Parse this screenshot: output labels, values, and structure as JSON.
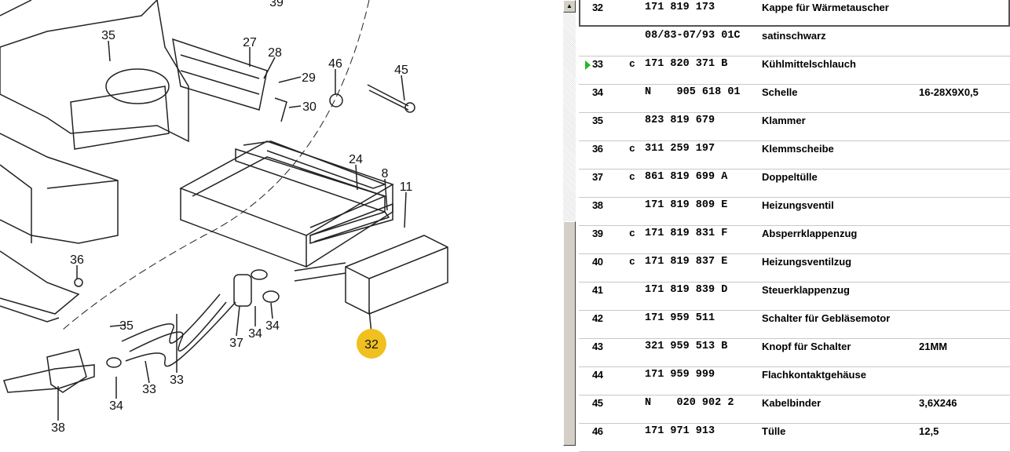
{
  "diagram": {
    "callouts": [
      "39",
      "35",
      "27",
      "28",
      "46",
      "45",
      "29",
      "30",
      "24",
      "8",
      "11",
      "36",
      "35",
      "37",
      "34",
      "34",
      "32",
      "33",
      "33",
      "34",
      "38"
    ],
    "highlighted_callout": "32",
    "highlight_color": "#f0c020"
  },
  "table": {
    "rows": [
      {
        "pos": "32",
        "c": "",
        "part": "171 819 173",
        "desc": "Kappe für Wärmetauscher",
        "extra": "",
        "selected": true
      },
      {
        "pos": "",
        "c": "",
        "part": "08/83-07/93 01C",
        "desc": "satinschwarz",
        "extra": ""
      },
      {
        "pos": "33",
        "c": "c",
        "part": "171 820 371 B",
        "desc": "Kühlmittelschlauch",
        "extra": "",
        "current": true
      },
      {
        "pos": "34",
        "c": "",
        "part": "N    905 618 01",
        "desc": "Schelle",
        "extra": "16-28X9X0,5"
      },
      {
        "pos": "35",
        "c": "",
        "part": "823 819 679",
        "desc": "Klammer",
        "extra": ""
      },
      {
        "pos": "36",
        "c": "c",
        "part": "311 259 197",
        "desc": "Klemmscheibe",
        "extra": ""
      },
      {
        "pos": "37",
        "c": "c",
        "part": "861 819 699 A",
        "desc": "Doppeltülle",
        "extra": ""
      },
      {
        "pos": "38",
        "c": "",
        "part": "171 819 809 E",
        "desc": "Heizungsventil",
        "extra": ""
      },
      {
        "pos": "39",
        "c": "c",
        "part": "171 819 831 F",
        "desc": "Absperrklappenzug",
        "extra": ""
      },
      {
        "pos": "40",
        "c": "c",
        "part": "171 819 837 E",
        "desc": "Heizungsventilzug",
        "extra": ""
      },
      {
        "pos": "41",
        "c": "",
        "part": "171 819 839 D",
        "desc": "Steuerklappenzug",
        "extra": ""
      },
      {
        "pos": "42",
        "c": "",
        "part": "171 959 511",
        "desc": "Schalter für Gebläsemotor",
        "extra": ""
      },
      {
        "pos": "43",
        "c": "",
        "part": "321 959 513 B",
        "desc": "Knopf für Schalter",
        "extra": "21MM"
      },
      {
        "pos": "44",
        "c": "",
        "part": "171 959 999",
        "desc": "Flachkontaktgehäuse",
        "extra": ""
      },
      {
        "pos": "45",
        "c": "",
        "part": "N    020 902 2",
        "desc": "Kabelbinder",
        "extra": "3,6X246"
      },
      {
        "pos": "46",
        "c": "",
        "part": "171 971 913",
        "desc": "Tülle",
        "extra": "12,5"
      }
    ]
  }
}
